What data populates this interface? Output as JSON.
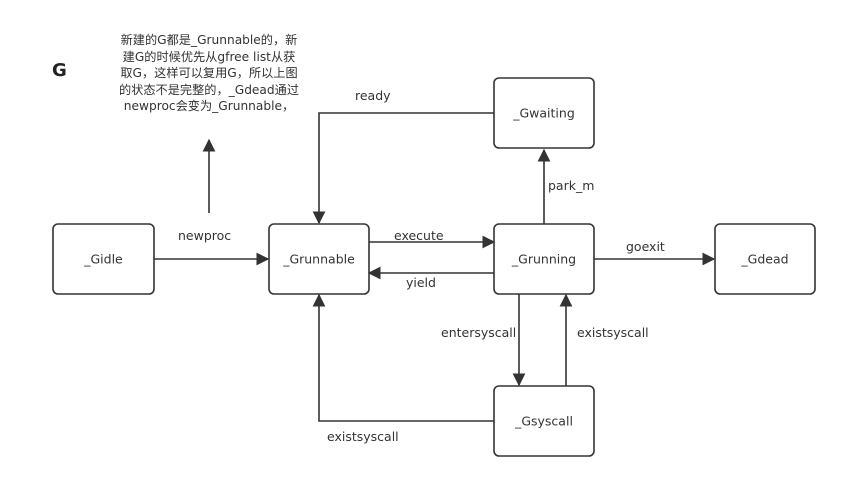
{
  "title": "G",
  "note_lines": [
    "新建的G都是_Grunnable的，新",
    "建G的时候优先从gfree list从获",
    "取G，这样可以复用G，所以上图",
    "的状态不是完整的，_Gdead通过",
    "newproc会变为_Grunnable，"
  ],
  "nodes": {
    "gidle": "_Gidle",
    "grunnable": "_Grunnable",
    "grunning": "_Grunning",
    "gwaiting": "_Gwaiting",
    "gdead": "_Gdead",
    "gsyscall": "_Gsyscall"
  },
  "edges": {
    "newproc": "newproc",
    "execute": "execute",
    "yield": "yield",
    "ready": "ready",
    "park_m": "park_m",
    "goexit": "goexit",
    "entersyscall": "entersyscall",
    "existsyscall_up": "existsyscall",
    "existsyscall_back": "existsyscall"
  }
}
